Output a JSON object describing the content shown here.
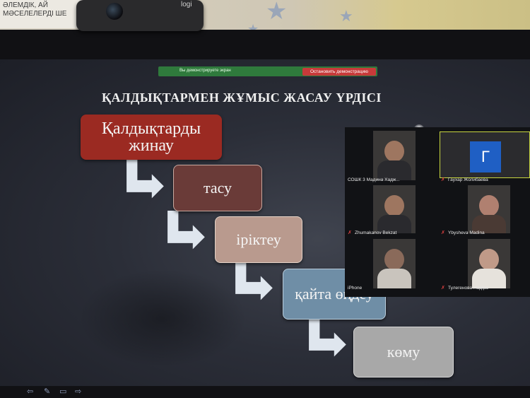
{
  "poster": {
    "line1": "ӘЛЕМДІК, АЙ",
    "line2": "МӘСЕЛЕЛЕРДІ ШЕ"
  },
  "webcam": {
    "brand": "logi"
  },
  "zoom_bar": {
    "sharing_text": "Вы демонстрируете экран",
    "stop_button": "Остановить демонстрацию"
  },
  "slide": {
    "title": "ҚАЛДЫҚТАРМЕН ЖҰМЫС ЖАСАУ ҮРДІСІ",
    "steps": [
      {
        "label": "Қалдықтарды жинау",
        "color": "#9b2a22"
      },
      {
        "label": "тасу",
        "color": "#6a3b38"
      },
      {
        "label": "іріктеу",
        "color": "#b99a8e"
      },
      {
        "label": "қайта өңдеу",
        "color": "#6f8ea6"
      },
      {
        "label": "көму",
        "color": "#a8a8a8"
      }
    ]
  },
  "participants": [
    {
      "name": "СОШК 3 Мадина Хадж..."
    },
    {
      "name": "Гаухар Жолибаева",
      "initial": "Г"
    },
    {
      "name": "Zhumakanov Bekzat"
    },
    {
      "name": "Ybysheva Madina"
    },
    {
      "name": "iPhone"
    },
    {
      "name": "Тулегенова Надіра"
    }
  ],
  "toolbar": {
    "icons": [
      "prev-arrow-icon",
      "pen-icon",
      "screen-icon",
      "next-arrow-icon"
    ]
  }
}
